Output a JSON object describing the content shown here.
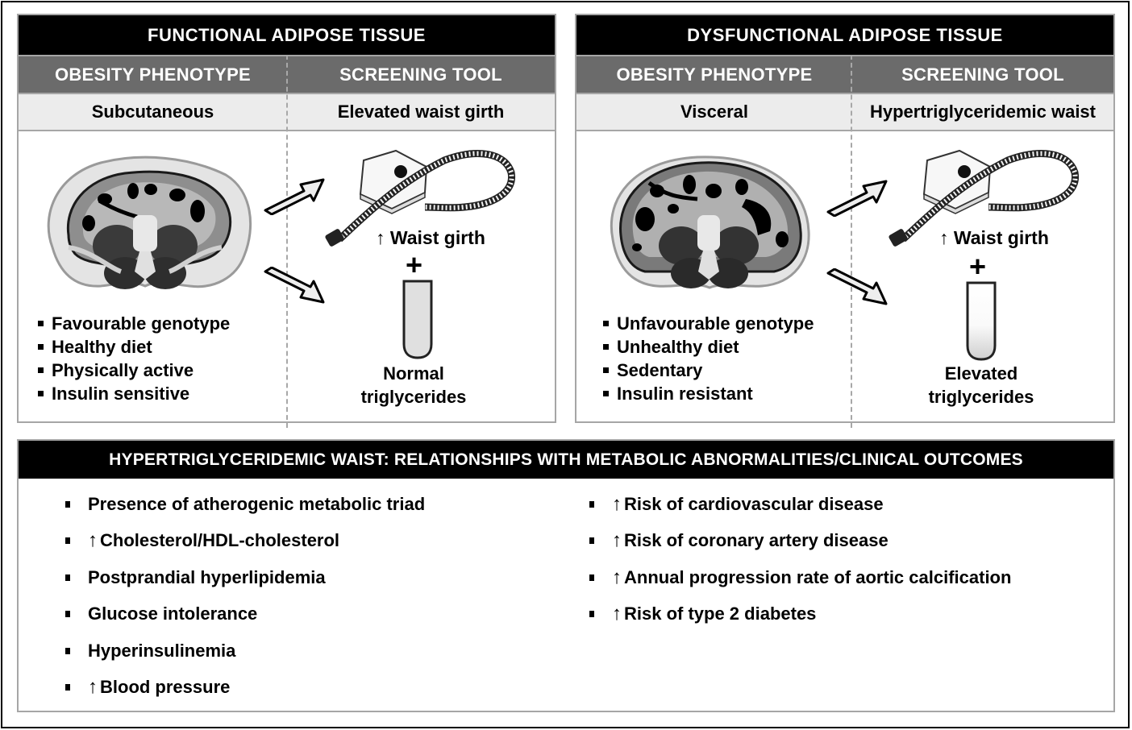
{
  "functional": {
    "title": "FUNCTIONAL ADIPOSE TISSUE",
    "col_headers": [
      "OBESITY PHENOTYPE",
      "SCREENING TOOL"
    ],
    "phenotype": "Subcutaneous",
    "screening_tool": "Elevated waist girth",
    "traits": [
      "Favourable genotype",
      "Healthy diet",
      "Physically active",
      "Insulin sensitive"
    ],
    "girth_label": "Waist girth",
    "arrow_symbol": "↑",
    "plus": "+",
    "triglycerides_label": [
      "Normal",
      "triglycerides"
    ]
  },
  "dysfunctional": {
    "title": "DYSFUNCTIONAL ADIPOSE TISSUE",
    "col_headers": [
      "OBESITY PHENOTYPE",
      "SCREENING TOOL"
    ],
    "phenotype": "Visceral",
    "screening_tool": "Hypertriglyceridemic waist",
    "traits": [
      "Unfavourable genotype",
      "Unhealthy diet",
      "Sedentary",
      "Insulin resistant"
    ],
    "girth_label": "Waist girth",
    "arrow_symbol": "↑",
    "plus": "+",
    "triglycerides_label": [
      "Elevated",
      "triglycerides"
    ]
  },
  "outcomes": {
    "title": "HYPERTRIGLYCERIDEMIC WAIST: RELATIONSHIPS WITH METABOLIC ABNORMALITIES/CLINICAL OUTCOMES",
    "left": [
      {
        "up": "",
        "text": "Presence of atherogenic metabolic triad"
      },
      {
        "up": "↑",
        "text": "Cholesterol/HDL-cholesterol"
      },
      {
        "up": "",
        "text": "Postprandial hyperlipidemia"
      },
      {
        "up": "",
        "text": "Glucose intolerance"
      },
      {
        "up": "",
        "text": "Hyperinsulinemia"
      },
      {
        "up": "↑",
        "text": "Blood pressure"
      }
    ],
    "right": [
      {
        "up": "↑",
        "text": "Risk of cardiovascular disease"
      },
      {
        "up": "↑",
        "text": "Risk of coronary artery disease"
      },
      {
        "up": "↑",
        "text": "Annual progression rate of aortic calcification"
      },
      {
        "up": "↑",
        "text": "Risk of type 2 diabetes"
      }
    ]
  }
}
